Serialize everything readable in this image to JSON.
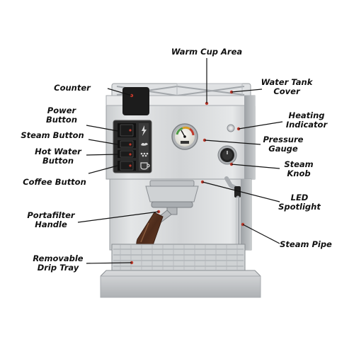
{
  "labels": {
    "warm_cup_area": "Warm Cup Area",
    "water_tank_cover": [
      "Water Tank",
      "Cover"
    ],
    "counter": "Counter",
    "power_button": [
      "Power",
      "Button"
    ],
    "steam_button": "Steam Button",
    "hot_water_button": [
      "Hot Water",
      "Button"
    ],
    "coffee_button": "Coffee Button",
    "heating_indicator": [
      "Heating",
      "Indicator"
    ],
    "pressure_gauge": [
      "Pressure",
      "Gauge"
    ],
    "steam_knob": [
      "Steam",
      "Knob"
    ],
    "led_spotlight": [
      "LED",
      "Spotlight"
    ],
    "portafilter_handle": [
      "Portafilter",
      "Handle"
    ],
    "steam_pipe": "Steam Pipe",
    "removable_drip_tray": [
      "Removable",
      "Drip Tray"
    ]
  },
  "colors": {
    "label_text": "#111111",
    "leader_line": "#111111",
    "marker_dot": "#c0392b",
    "steel_light": "#d6d8da",
    "steel_mid": "#b9bcbf",
    "steel_dark": "#8e9296",
    "handle_wood": "#5a3523",
    "panel_black": "#1c1c1c"
  },
  "icons": {
    "power_icon": "lightning-bolt",
    "steam_icon": "steam-cloud",
    "hot_water_icon": "water-drops",
    "coffee_icon": "coffee-cup"
  }
}
